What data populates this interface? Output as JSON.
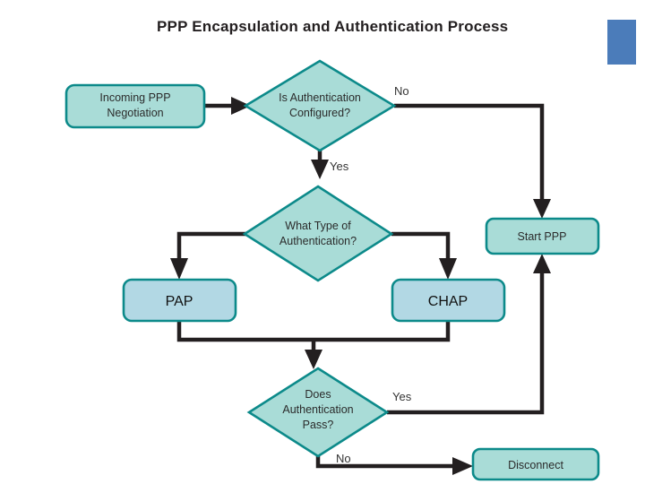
{
  "page": {
    "title": "PPP Encapsulation and Authentication Process",
    "background_color": "#ffffff"
  },
  "theme": {
    "outline_color": "#0c8a8a",
    "diamond_fill": "#a9dcd7",
    "box_fill": "#a9dcd7",
    "protocol_fill": "#b2d8e4",
    "connector_color": "#231f20",
    "title_color": "#231f20",
    "decoration_blue": "#4b7cba"
  },
  "flowchart": {
    "type": "flowchart",
    "nodes": [
      {
        "id": "start",
        "label": "Incoming PPP Negotiation",
        "lines": [
          "Incoming PPP",
          "Negotiation"
        ],
        "shape": "rounded-rect"
      },
      {
        "id": "is-auth",
        "label": "Is Authentication Configured?",
        "lines": [
          "Is Authentication",
          "Configured?"
        ],
        "shape": "diamond"
      },
      {
        "id": "auth-type",
        "label": "What Type of Authentication?",
        "lines": [
          "What Type of",
          "Authentication?"
        ],
        "shape": "diamond"
      },
      {
        "id": "pap",
        "label": "PAP",
        "lines": [
          "PAP"
        ],
        "shape": "rounded-rect"
      },
      {
        "id": "chap",
        "label": "CHAP",
        "lines": [
          "CHAP"
        ],
        "shape": "rounded-rect"
      },
      {
        "id": "auth-pass",
        "label": "Does Authentication Pass?",
        "lines": [
          "Does",
          "Authentication",
          "Pass?"
        ],
        "shape": "diamond"
      },
      {
        "id": "start-ppp",
        "label": "Start PPP",
        "lines": [
          "Start PPP"
        ],
        "shape": "rounded-rect"
      },
      {
        "id": "disconnect",
        "label": "Disconnect",
        "lines": [
          "Disconnect"
        ],
        "shape": "rounded-rect"
      }
    ],
    "edges": [
      {
        "from": "start",
        "to": "is-auth",
        "label": ""
      },
      {
        "from": "is-auth",
        "to": "start-ppp",
        "label": "No"
      },
      {
        "from": "is-auth",
        "to": "auth-type",
        "label": "Yes"
      },
      {
        "from": "auth-type",
        "to": "pap",
        "label": ""
      },
      {
        "from": "auth-type",
        "to": "chap",
        "label": ""
      },
      {
        "from": "pap",
        "to": "auth-pass",
        "label": ""
      },
      {
        "from": "chap",
        "to": "auth-pass",
        "label": ""
      },
      {
        "from": "auth-pass",
        "to": "start-ppp",
        "label": "Yes"
      },
      {
        "from": "auth-pass",
        "to": "disconnect",
        "label": "No"
      }
    ],
    "edge_labels": {
      "no_top": "No",
      "yes_top": "Yes",
      "yes_bottom": "Yes",
      "no_bottom": "No"
    }
  }
}
